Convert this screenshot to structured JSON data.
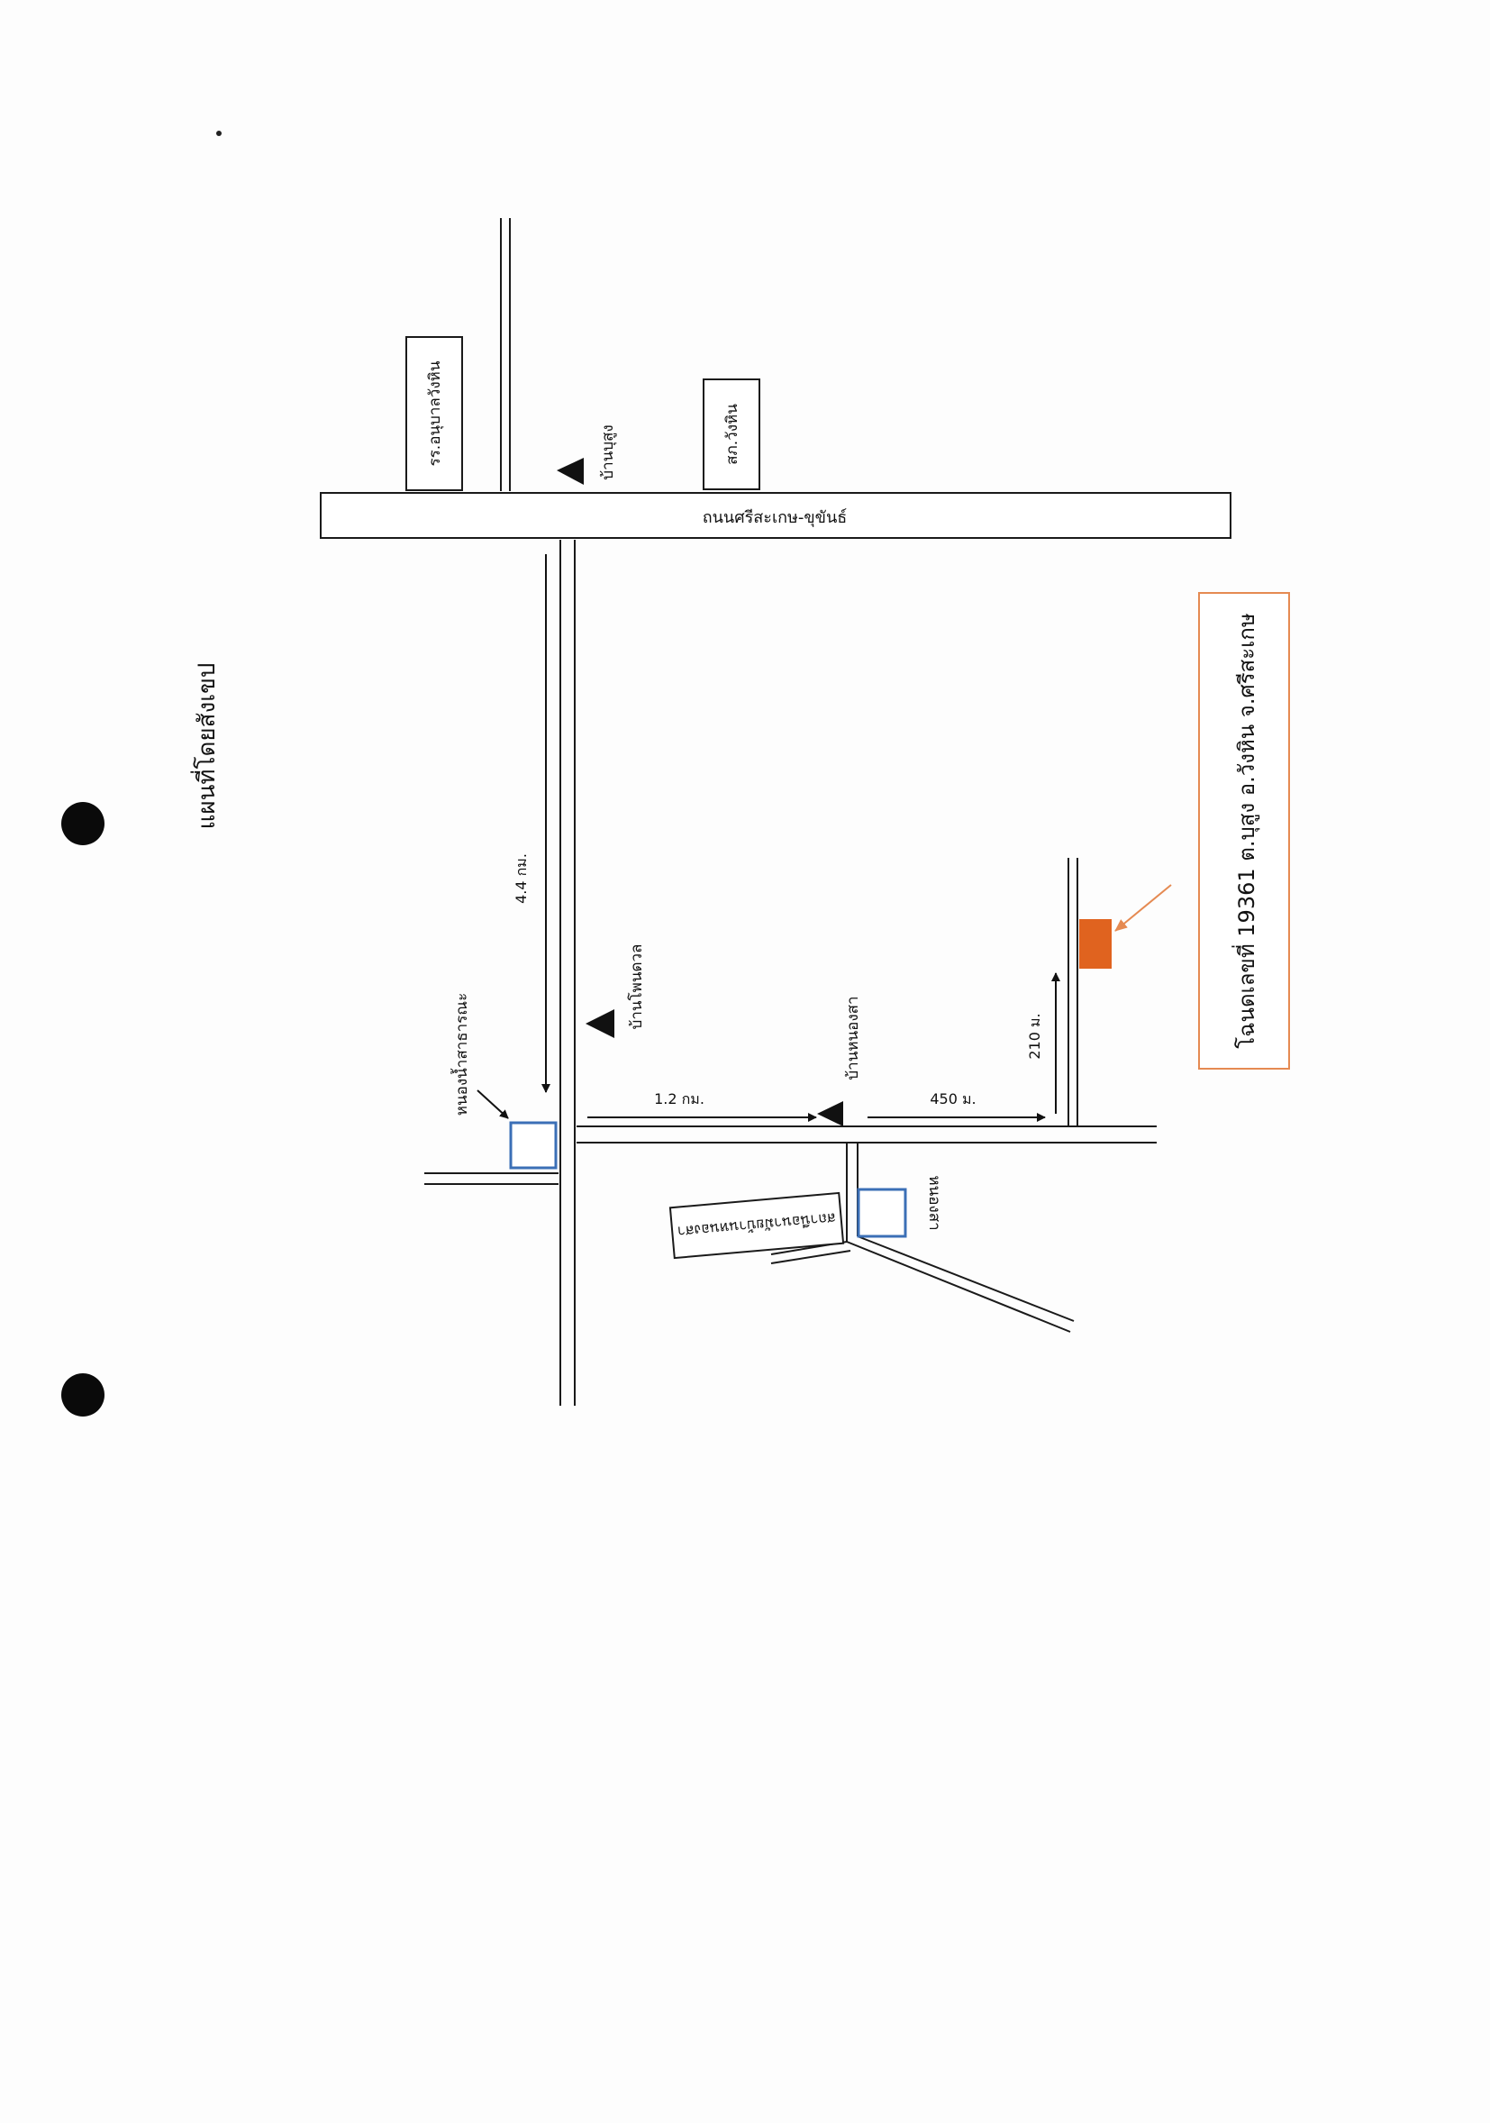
{
  "page": {
    "title": "แผนที่โดยสังเขป"
  },
  "roads": {
    "main_road": "ถนนศรีสะเกษ-ขุขันธ์"
  },
  "places": {
    "school": "รร.อนุบาลวังหิน",
    "police": "สภ.วังหิน",
    "ban_bung": "บ้านบุสูง",
    "ban_pho": "บ้านโพนดวล",
    "ban_nongsa": "บ้านหนองสา",
    "public_pond": "หนองน้ำสาธารณะ",
    "nongsa_pond": "หนองสา",
    "health_center": "สถานีอนามัยบ้านหนองสา",
    "target": "โฉนดเลขที่ 19361 ต.บุสูง อ.วังหิน จ.ศรีสะเกษ"
  },
  "distances": {
    "d1": "4.4 กม.",
    "d2": "1.2 กม.",
    "d3": "450 ม.",
    "d4": "210 ม."
  },
  "colors": {
    "road": "#1a1a1a",
    "pond": "#3b6fb6",
    "target_fill": "#e0631f",
    "target_border": "#e58a52"
  }
}
